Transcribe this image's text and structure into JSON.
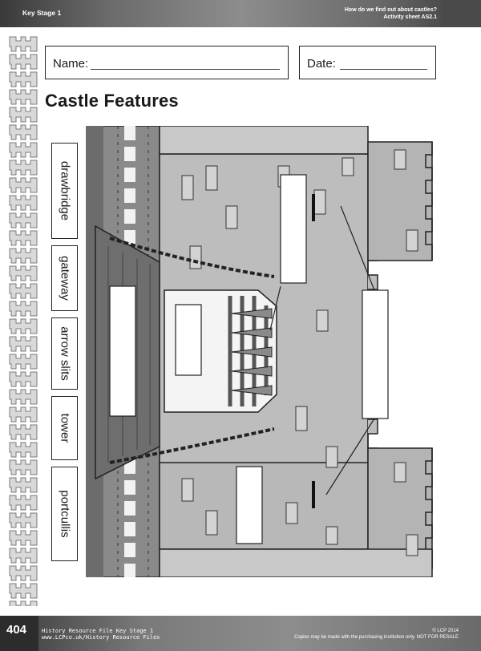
{
  "header": {
    "key_stage": "Key Stage 1",
    "question": "How do we find out about castles?",
    "activity": "Activity sheet AS2.1"
  },
  "form": {
    "name_label": "Name:",
    "date_label": "Date:"
  },
  "title": "Castle Features",
  "labels": [
    "drawbridge",
    "gateway",
    "arrow slits",
    "tower",
    "portcullis"
  ],
  "footer": {
    "page_number": "404",
    "book_title": "History Resource File Key Stage 1",
    "book_url": "www.LCPco.uk/History Resource Files",
    "copyright": "© LCP 2014",
    "licence": "Copies may be made with the purchasing institution only. NOT FOR RESALE"
  },
  "colors": {
    "wall": "#bdbdbd",
    "stone": "#d3d3d3",
    "ground": "#7a7a7a",
    "bridge": "#6e6e6e"
  }
}
